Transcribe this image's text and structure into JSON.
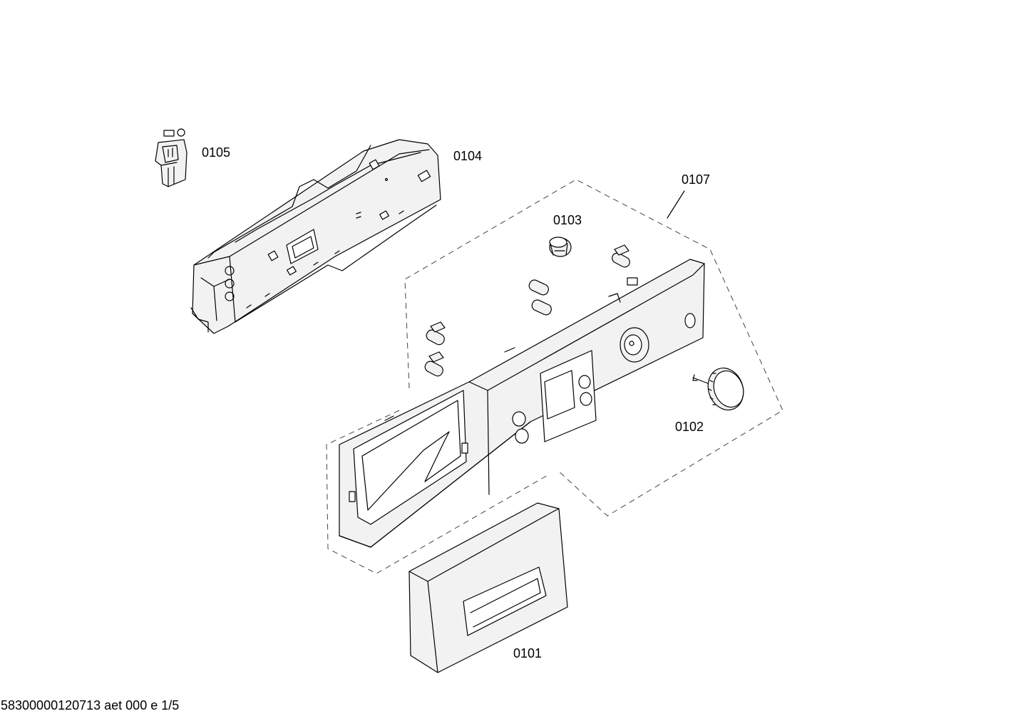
{
  "labels": {
    "p0101": "0101",
    "p0102": "0102",
    "p0103": "0103",
    "p0104": "0104",
    "p0105": "0105",
    "p0107": "0107"
  },
  "footer": "58300000120713 aet 000 e 1/5"
}
